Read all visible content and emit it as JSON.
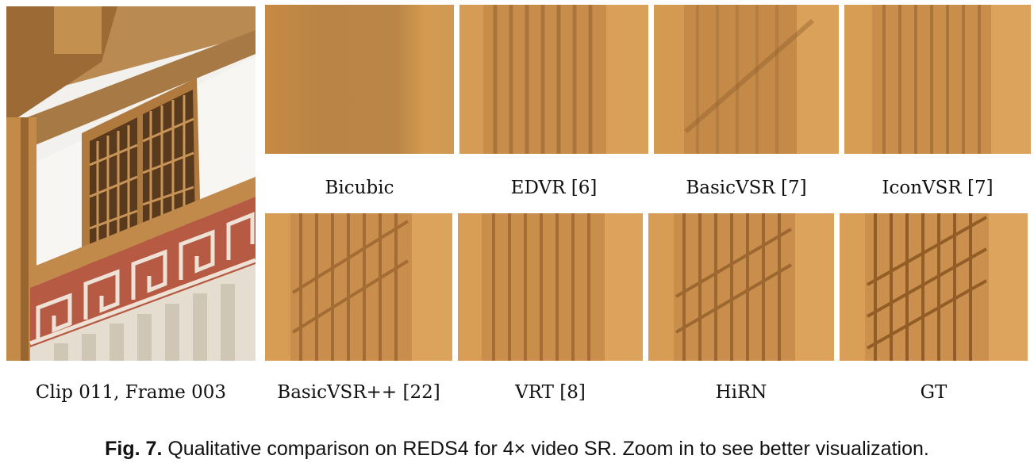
{
  "figure": {
    "main_label": "Clip 011, Frame 003",
    "method_labels": [
      "Bicubic",
      "EDVR [6]",
      "BasicVSR [7]",
      "IconVSR [7]",
      "BasicVSR++ [22]",
      "VRT [8]",
      "HiRN",
      "GT"
    ],
    "caption_tag": "Fig. 7.",
    "caption_text": "Qualitative comparison on REDS4 for 4× video SR. Zoom in to see better visualization."
  }
}
